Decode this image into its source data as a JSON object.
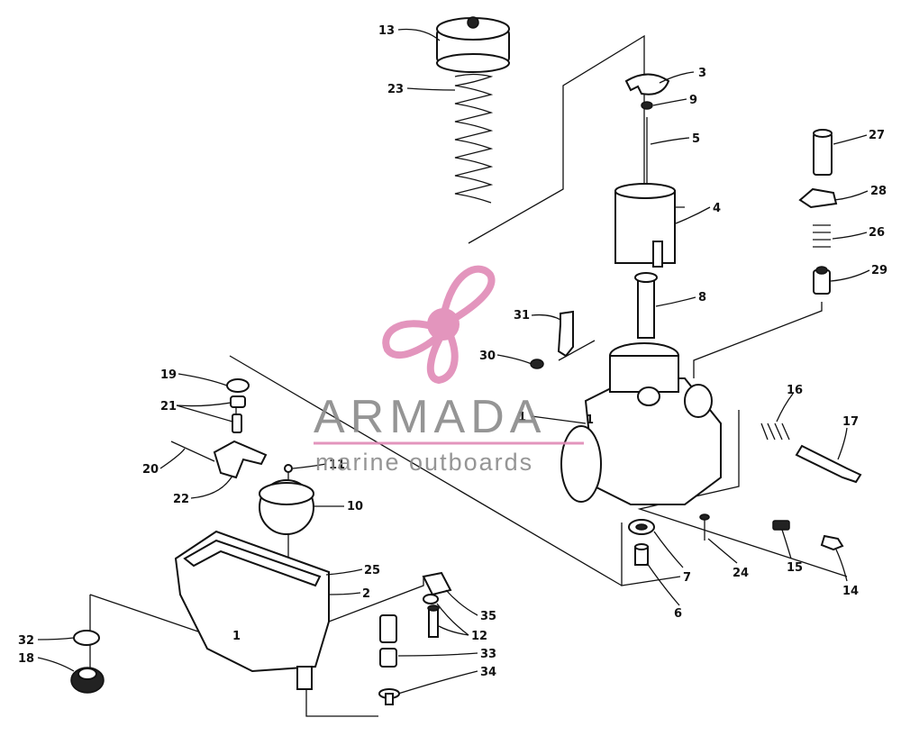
{
  "watermark": {
    "brand": "ARMADA",
    "tagline": "marine outboards",
    "accent_color": "#e08ab6",
    "text_color": "#8a8a8a",
    "logo_icon": "propeller-icon"
  },
  "callouts": [
    {
      "id": "13",
      "label": "13"
    },
    {
      "id": "23",
      "label": "23"
    },
    {
      "id": "3",
      "label": "3"
    },
    {
      "id": "9",
      "label": "9"
    },
    {
      "id": "5",
      "label": "5"
    },
    {
      "id": "4",
      "label": "4"
    },
    {
      "id": "27",
      "label": "27"
    },
    {
      "id": "28",
      "label": "28"
    },
    {
      "id": "26",
      "label": "26"
    },
    {
      "id": "29",
      "label": "29"
    },
    {
      "id": "8",
      "label": "8"
    },
    {
      "id": "31",
      "label": "31"
    },
    {
      "id": "30",
      "label": "30"
    },
    {
      "id": "16",
      "label": "16"
    },
    {
      "id": "17",
      "label": "17"
    },
    {
      "id": "1",
      "label": "1"
    },
    {
      "id": "19",
      "label": "19"
    },
    {
      "id": "21",
      "label": "21"
    },
    {
      "id": "20",
      "label": "20"
    },
    {
      "id": "22",
      "label": "22"
    },
    {
      "id": "11",
      "label": "11"
    },
    {
      "id": "10",
      "label": "10"
    },
    {
      "id": "25",
      "label": "25"
    },
    {
      "id": "2",
      "label": "2"
    },
    {
      "id": "35",
      "label": "35"
    },
    {
      "id": "12",
      "label": "12"
    },
    {
      "id": "33",
      "label": "33"
    },
    {
      "id": "34",
      "label": "34"
    },
    {
      "id": "32",
      "label": "32"
    },
    {
      "id": "18",
      "label": "18"
    },
    {
      "id": "7",
      "label": "7"
    },
    {
      "id": "6",
      "label": "6"
    },
    {
      "id": "24",
      "label": "24"
    },
    {
      "id": "15",
      "label": "15"
    },
    {
      "id": "14",
      "label": "14"
    }
  ],
  "body_marks": {
    "carb_body": "1",
    "float_bowl": "1"
  }
}
